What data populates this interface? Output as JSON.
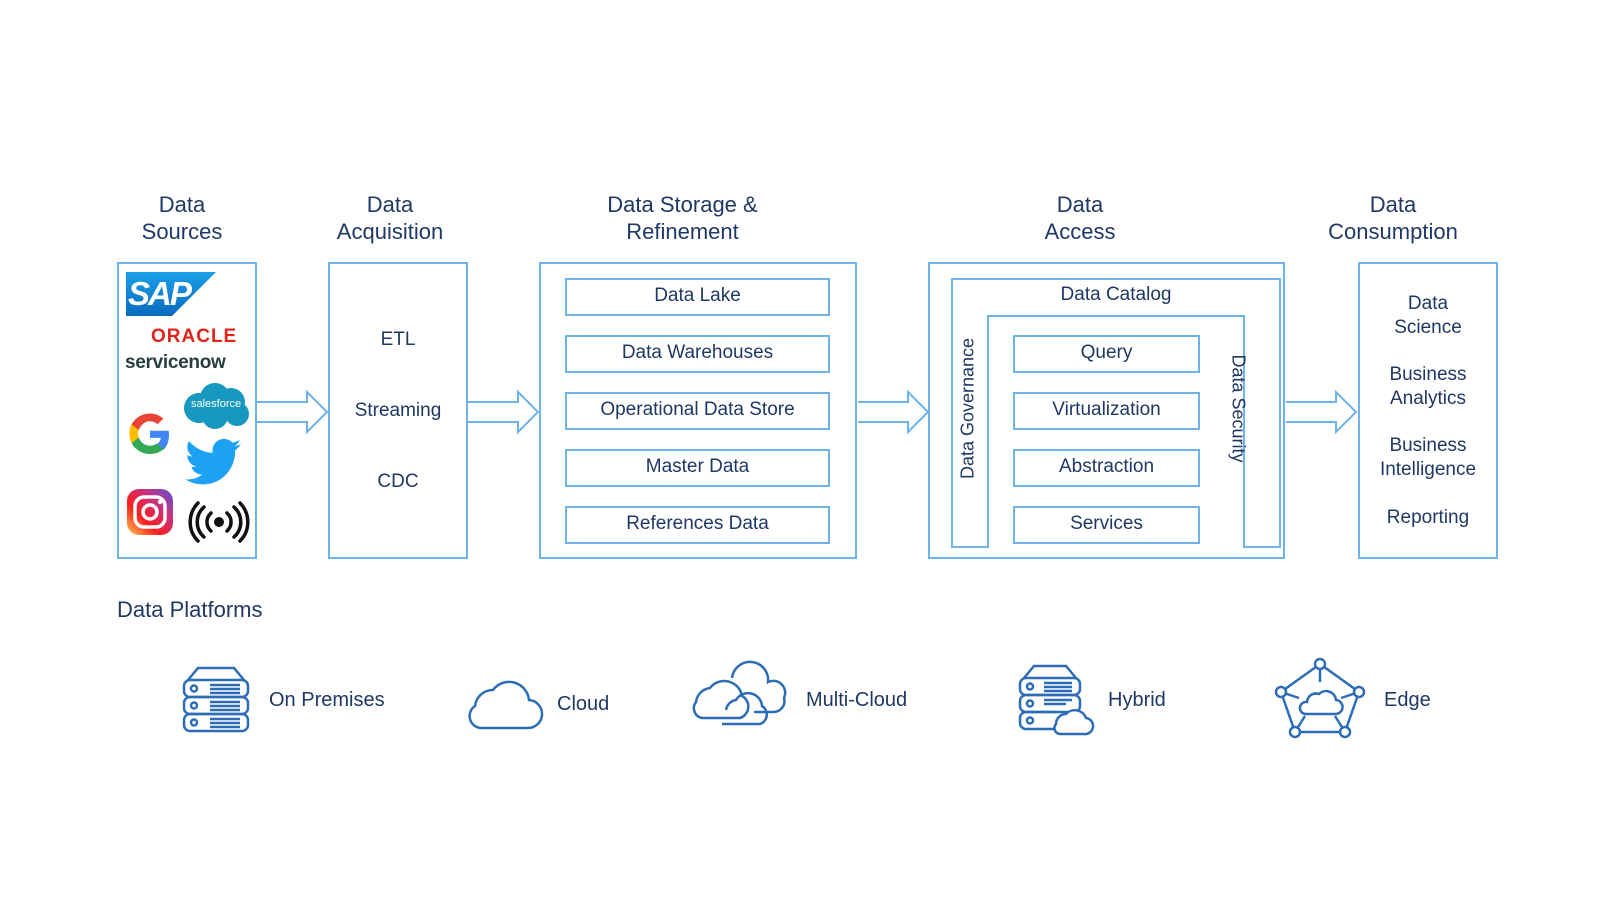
{
  "columns": {
    "sources": {
      "title_line1": "Data",
      "title_line2": "Sources"
    },
    "acquisition": {
      "title_line1": "Data",
      "title_line2": "Acquisition",
      "items": [
        "ETL",
        "Streaming",
        "CDC"
      ]
    },
    "storage": {
      "title_line1": "Data Storage &",
      "title_line2": "Refinement",
      "items": [
        "Data Lake",
        "Data Warehouses",
        "Operational Data Store",
        "Master Data",
        "References Data"
      ]
    },
    "access": {
      "title_line1": "Data",
      "title_line2": "Access",
      "catalog": "Data Catalog",
      "governance": "Data Governance",
      "security": "Data Security",
      "items": [
        "Query",
        "Virtualization",
        "Abstraction",
        "Services"
      ]
    },
    "consumption": {
      "title_line1": "Data",
      "title_line2": "Consumption",
      "items": [
        {
          "line1": "Data",
          "line2": "Science"
        },
        {
          "line1": "Business",
          "line2": "Analytics"
        },
        {
          "line1": "Business",
          "line2": "Intelligence"
        },
        {
          "line1": "Reporting",
          "line2": ""
        }
      ]
    }
  },
  "logos": {
    "sap": "SAP",
    "oracle": "ORACLE",
    "servicenow": "servicenow",
    "salesforce": "salesforce",
    "google": "G"
  },
  "platforms": {
    "heading": "Data Platforms",
    "items": [
      {
        "label": "On Premises",
        "icon": "server-icon"
      },
      {
        "label": "Cloud",
        "icon": "cloud-icon"
      },
      {
        "label": "Multi-Cloud",
        "icon": "multi-cloud-icon"
      },
      {
        "label": "Hybrid",
        "icon": "hybrid-server-cloud-icon"
      },
      {
        "label": "Edge",
        "icon": "edge-network-icon"
      }
    ]
  },
  "colors": {
    "border": "#6fb3ea",
    "text": "#1f3864",
    "icon": "#2d6db5"
  }
}
